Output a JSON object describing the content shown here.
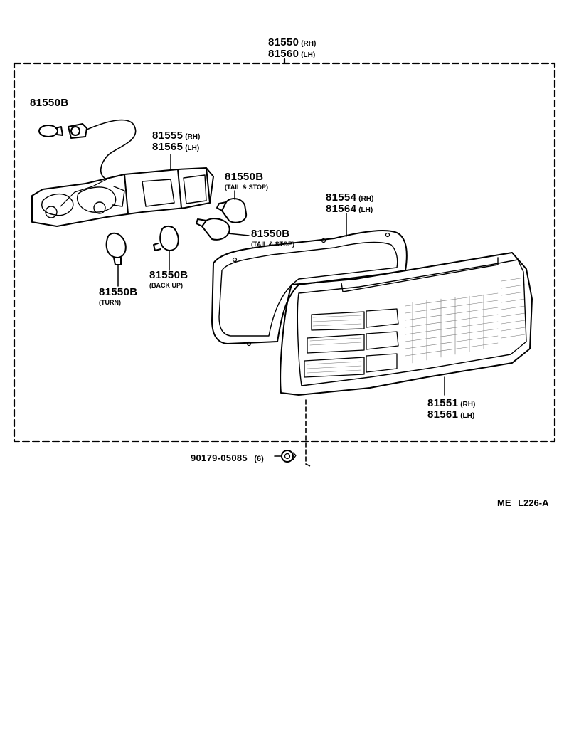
{
  "callouts": {
    "assy": {
      "pn_rh": "81550",
      "sfx_rh": "(RH)",
      "pn_lh": "81560",
      "sfx_lh": "(LH)"
    },
    "socket_bulb": {
      "pn": "81550B"
    },
    "socket_wire": {
      "pn_rh": "81555",
      "sfx_rh": "(RH)",
      "pn_lh": "81565",
      "sfx_lh": "(LH)"
    },
    "bulb_tail_upper": {
      "pn": "81550B",
      "note": "(TAIL & STOP)"
    },
    "gasket": {
      "pn_rh": "81554",
      "sfx_rh": "(RH)",
      "pn_lh": "81564",
      "sfx_lh": "(LH)"
    },
    "bulb_tail_lower": {
      "pn": "81550B",
      "note": "(TAIL & STOP)"
    },
    "bulb_turn": {
      "pn": "81550B",
      "note": "(TURN)"
    },
    "bulb_backup": {
      "pn": "81550B",
      "note": "(BACK UP)"
    },
    "lens": {
      "pn_rh": "81551",
      "sfx_rh": "(RH)",
      "pn_lh": "81561",
      "sfx_lh": "(LH)"
    },
    "nut": {
      "pn": "90179-05085",
      "qty": "(6)"
    }
  },
  "diagram_code": "ME  L226-A"
}
